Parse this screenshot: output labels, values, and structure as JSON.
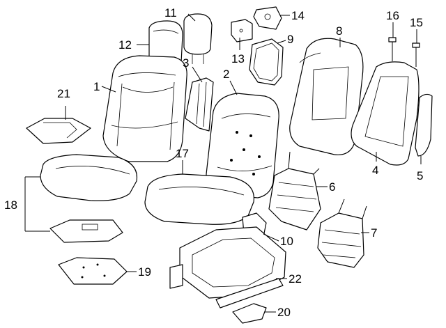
{
  "callouts": [
    {
      "id": "1",
      "text": "1"
    },
    {
      "id": "2",
      "text": "2"
    },
    {
      "id": "3",
      "text": "3"
    },
    {
      "id": "4",
      "text": "4"
    },
    {
      "id": "5",
      "text": "5"
    },
    {
      "id": "6",
      "text": "6"
    },
    {
      "id": "7",
      "text": "7"
    },
    {
      "id": "8",
      "text": "8"
    },
    {
      "id": "9",
      "text": "9"
    },
    {
      "id": "10",
      "text": "10"
    },
    {
      "id": "11",
      "text": "11"
    },
    {
      "id": "12",
      "text": "12"
    },
    {
      "id": "13",
      "text": "13"
    },
    {
      "id": "14",
      "text": "14"
    },
    {
      "id": "15",
      "text": "15"
    },
    {
      "id": "16",
      "text": "16"
    },
    {
      "id": "17",
      "text": "17"
    },
    {
      "id": "18",
      "text": "18"
    },
    {
      "id": "19",
      "text": "19"
    },
    {
      "id": "20",
      "text": "20"
    },
    {
      "id": "21",
      "text": "21"
    },
    {
      "id": "22",
      "text": "22"
    }
  ]
}
